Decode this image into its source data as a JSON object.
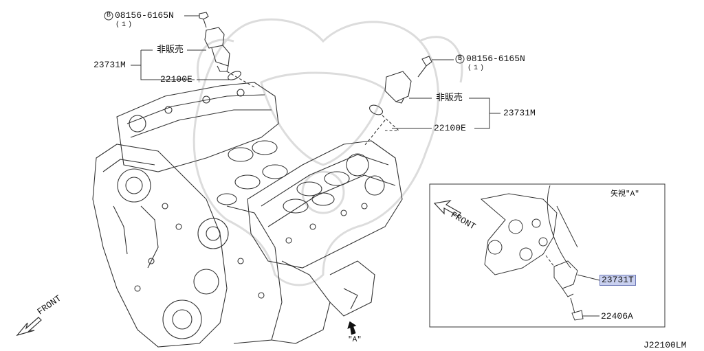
{
  "labels": {
    "bolt_top": "08156-6165N",
    "bolt_top_qty": "(1)",
    "bolt_right": "08156-6165N",
    "bolt_right_qty": "(1)",
    "not_sold_top": "非販売",
    "not_sold_right": "非販売",
    "sensor_assy_top": "23731M",
    "sensor_assy_right": "23731M",
    "oring_top": "22100E",
    "oring_right": "22100E",
    "view_title": "矢視\"A\"",
    "view_sensor": "23731T",
    "view_bolt": "22406A",
    "front_main": "FRONT",
    "front_view": "FRONT",
    "arrow_a": "\"A\"",
    "diagram_code": "J22100LM",
    "bolt_prefix": "B"
  },
  "colors": {
    "line": "#333333",
    "highlight_fill": "#c9d0ef",
    "highlight_border": "#6d79b8",
    "watermark": "#d9d9d9"
  }
}
